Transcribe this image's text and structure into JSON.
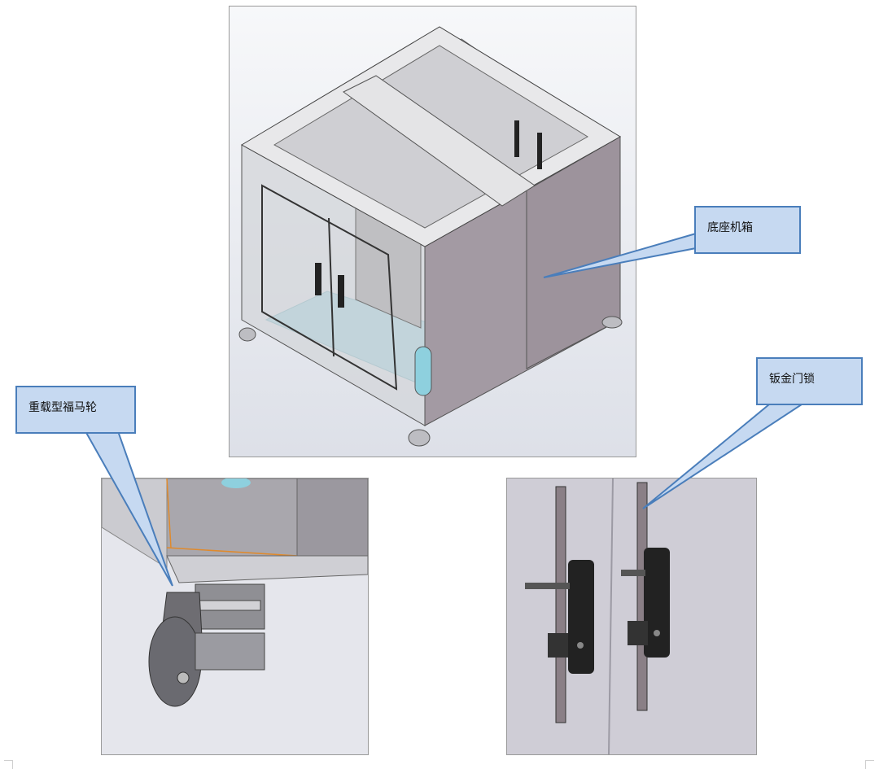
{
  "labels": {
    "base_cabinet": "底座机箱",
    "heavy_caster": "重载型福马轮",
    "sheet_metal_lock": "钣金门锁"
  },
  "colors": {
    "callout_fill": "#c6d9f1",
    "callout_border": "#4a7ebb",
    "cabinet_panel": "#a39aa3",
    "glass": "#d9dade",
    "floor": "#8ed0de",
    "handle": "#222222"
  },
  "icons": {
    "cabinet": "cabinet-render",
    "caster": "caster-wheel-render",
    "lock": "door-lock-render"
  }
}
